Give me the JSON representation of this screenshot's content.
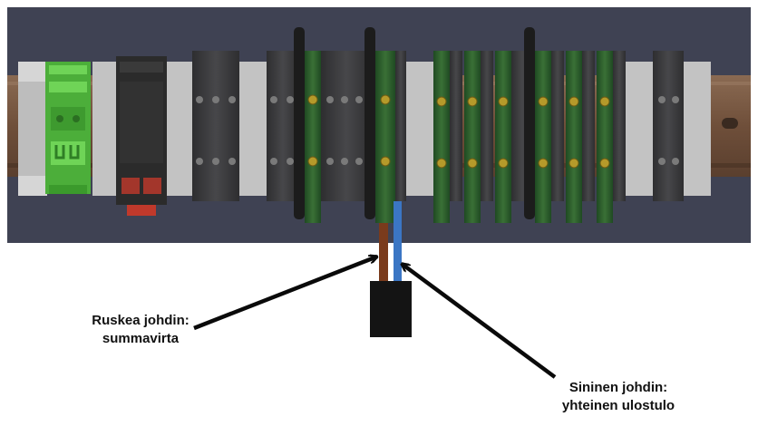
{
  "labels": {
    "brown": {
      "line1": "Ruskea johdin:",
      "line2": "summavirta"
    },
    "blue": {
      "line1": "Sininen johdin:",
      "line2": "yhteinen ulostulo"
    }
  },
  "wires": [
    {
      "name": "brown-wire",
      "color": "#7a3b1c"
    },
    {
      "name": "blue-wire",
      "color": "#3b76c4"
    }
  ],
  "colors": {
    "panel_bg": "#3f4253",
    "din_rail": "#7b5a45",
    "end_stop": "#c7c7c7",
    "grey_terminal": "#3a3a3c",
    "green_terminal": "#2e5d2e",
    "light_green_module": "#5fc245",
    "relay_red": "#a3362b",
    "cable_jacket": "#141414",
    "arrow": "#0a0a0a"
  }
}
